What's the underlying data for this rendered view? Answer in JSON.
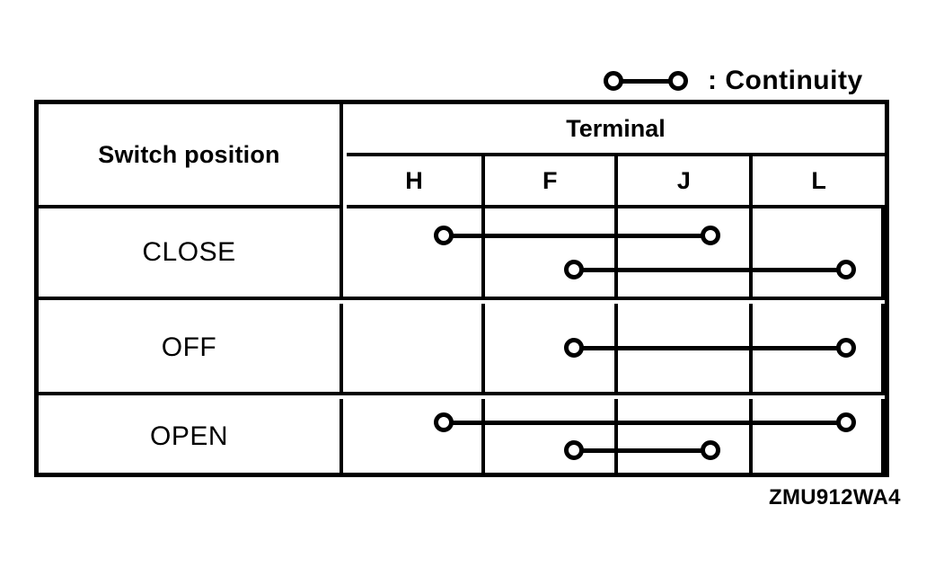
{
  "legend": {
    "symbol_icon": "continuity-symbol-icon",
    "label": ": Continuity"
  },
  "table": {
    "row_header_label": "Switch position",
    "group_header_label": "Terminal",
    "terminals": [
      "H",
      "F",
      "J",
      "L"
    ],
    "rows": [
      {
        "label": "CLOSE",
        "connections": [
          {
            "from": "H",
            "to": "J",
            "lane": "upper"
          },
          {
            "from": "F",
            "to": "L",
            "lane": "lower"
          }
        ]
      },
      {
        "label": "OFF",
        "connections": [
          {
            "from": "F",
            "to": "L",
            "lane": "middle"
          }
        ]
      },
      {
        "label": "OPEN",
        "connections": [
          {
            "from": "H",
            "to": "L",
            "lane": "upper"
          },
          {
            "from": "F",
            "to": "J",
            "lane": "lower"
          }
        ]
      }
    ]
  },
  "document_code": "ZMU912WA4",
  "colors": {
    "ink": "#000000",
    "paper": "#ffffff"
  },
  "geometry": {
    "terminal_centers_pct": [
      18.0,
      42.2,
      67.6,
      92.8
    ],
    "lane_y_pct": {
      "upper": 31,
      "middle": 50,
      "lower": 69
    }
  }
}
